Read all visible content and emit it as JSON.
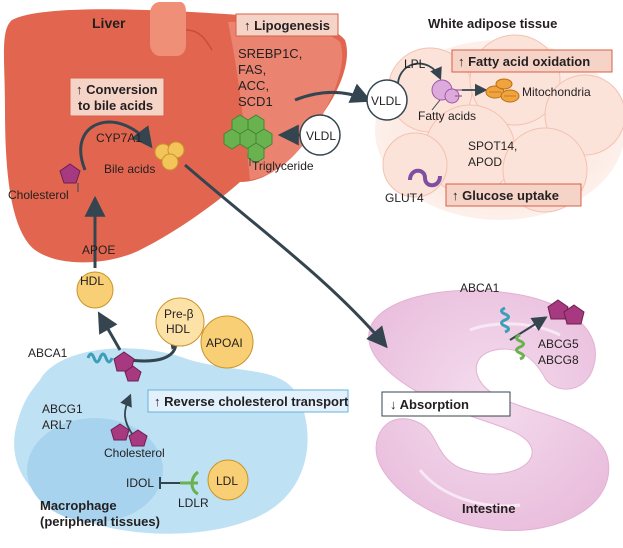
{
  "regions": {
    "liver": "Liver",
    "white_adipose": "White adipose tissue",
    "macrophage_line1": "Macrophage",
    "macrophage_line2": "(peripheral tissues)",
    "intestine": "Intestine"
  },
  "boxes": {
    "lipogenesis": "↑ Lipogenesis",
    "conversion_line1": "↑ Conversion",
    "conversion_line2": "to bile acids",
    "fatty_acid_oxidation": "↑ Fatty acid oxidation",
    "glucose_uptake": "↑ Glucose uptake",
    "reverse_cholesterol": "↑ Reverse cholesterol transport",
    "absorption": "↓ Absorption"
  },
  "liver_genes": [
    "SREBP1C,",
    "FAS,",
    "ACC,",
    "SCD1"
  ],
  "labels": {
    "cyp7a1": "CYP7A1",
    "bile_acids": "Bile acids",
    "cholesterol_liver": "Cholesterol",
    "triglyceride": "Triglyceride",
    "vldl_liver": "VLDL",
    "vldl_adipose": "VLDL",
    "lpl": "LPL",
    "fatty_acids": "Fatty acids",
    "mitochondria": "Mitochondria",
    "spot14": "SPOT14,",
    "apod": "APOD",
    "glut4": "GLUT4",
    "apoe": "APOE",
    "hdl": "HDL",
    "pre_beta_line1": "Pre-β",
    "pre_beta_line2": "HDL",
    "apoai": "APOAI",
    "abca1_macrophage": "ABCA1",
    "abcg1": "ABCG1",
    "arl7": "ARL7",
    "cholesterol_macrophage": "Cholesterol",
    "idol": "IDOL",
    "ldl": "LDL",
    "ldlr": "LDLR",
    "abca1_intestine": "ABCA1",
    "abcg5": "ABCG5",
    "abcg8": "ABCG8"
  },
  "colors": {
    "liver": "#e2664f",
    "liver_light": "#ef8f78",
    "box_fill": "#f6d3c7",
    "box_stroke": "#d85f49",
    "blue_box_fill": "#e2f1fb",
    "blue_box_stroke": "#65b2dc",
    "macrophage": "#bfe1f4",
    "adipose": "#fbded4",
    "intestine": "#f1d3e9",
    "cholesterol": "#a6397f",
    "hdl": "#f8cf74",
    "arrow": "#34454f",
    "triglyceride": "#6ab14f"
  }
}
